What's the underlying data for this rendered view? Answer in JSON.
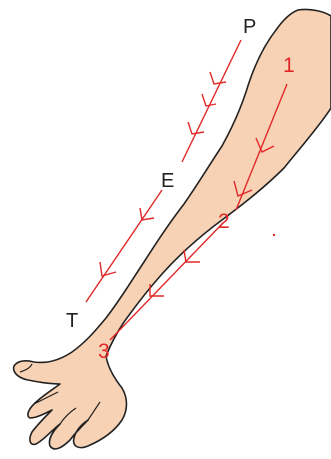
{
  "labels": {
    "black": [
      "P",
      "E",
      "T"
    ],
    "red": [
      "1",
      "2",
      "3"
    ]
  },
  "colors": {
    "skin": "#f8d2b5",
    "outline": "#222222",
    "path_line": "#e12828",
    "text_black": "#222222",
    "text_red": "#e12828"
  }
}
